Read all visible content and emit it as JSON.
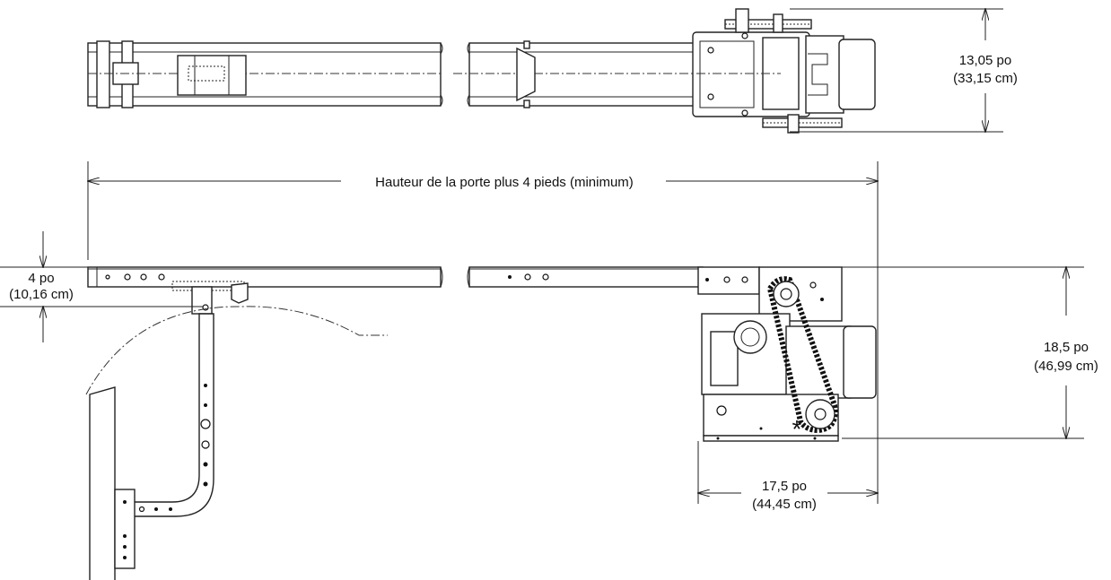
{
  "labels": {
    "top_height_line1": "13,05 po",
    "top_height_line2": "(33,15 cm)",
    "rail_length": "Hauteur de la porte plus 4 pieds (minimum)",
    "clearance_line1": "4 po",
    "clearance_line2": "(10,16 cm)",
    "side_height_line1": "18,5 po",
    "side_height_line2": "(46,99 cm)",
    "width_line1": "17,5 po",
    "width_line2": "(44,45 cm)",
    "marker": "*"
  },
  "colors": {
    "line": "#222222",
    "background": "#ffffff"
  }
}
